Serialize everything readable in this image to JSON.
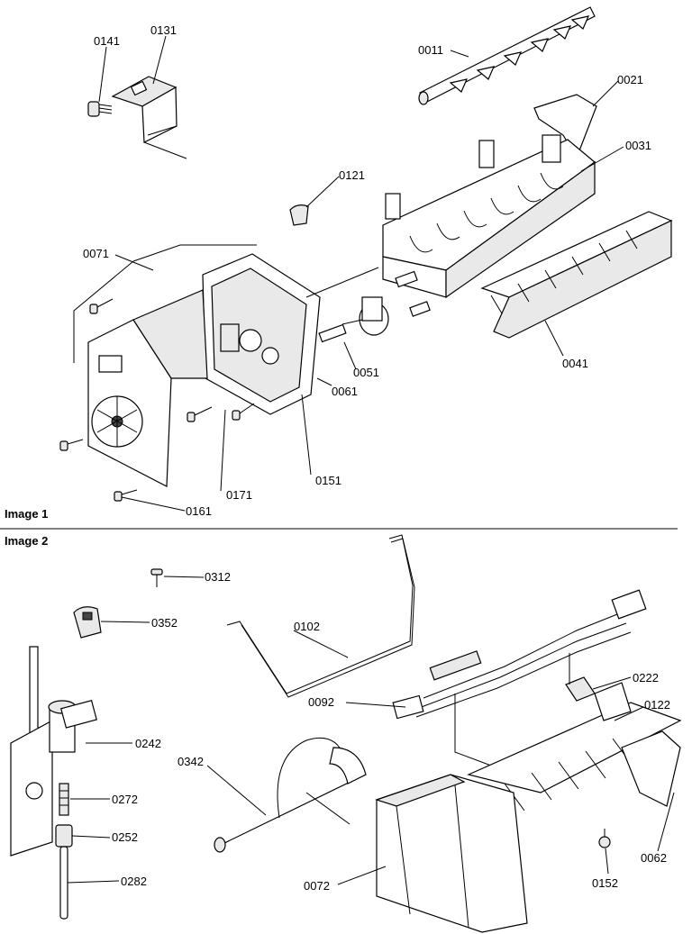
{
  "captions": {
    "image1": "Image 1",
    "image2": "Image 2"
  },
  "callouts": {
    "p0141": "0141",
    "p0131": "0131",
    "p0011": "0011",
    "p0021": "0021",
    "p0031": "0031",
    "p0121": "0121",
    "p0071": "0071",
    "p0051": "0051",
    "p0041": "0041",
    "p0061": "0061",
    "p0151": "0151",
    "p0171": "0171",
    "p0161": "0161",
    "p0312": "0312",
    "p0352": "0352",
    "p0102": "0102",
    "p0092": "0092",
    "p0222": "0222",
    "p0122": "0122",
    "p0242": "0242",
    "p0342": "0342",
    "p0272": "0272",
    "p0252": "0252",
    "p0282": "0282",
    "p0072": "0072",
    "p0152": "0152",
    "p0062": "0062"
  }
}
